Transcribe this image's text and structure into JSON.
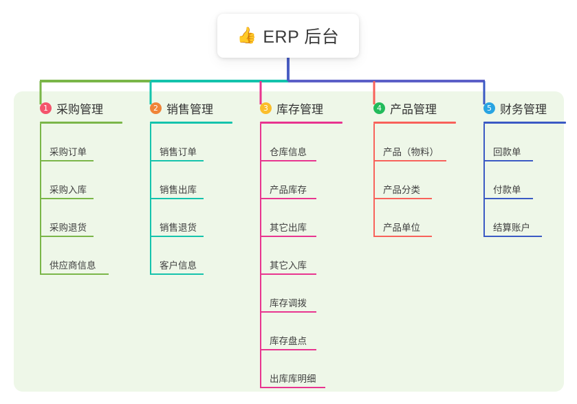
{
  "root": {
    "icon": "thumbs-up-icon",
    "emoji": "👍",
    "title": "ERP 后台"
  },
  "panel": {
    "background": "#eef7e8"
  },
  "connector": {
    "stem_color": "#4a5ec4",
    "bar_segment_colors": [
      "#7ab648",
      "#14c3ac",
      "#5b5fc7"
    ],
    "drop_colors": [
      "#7ab648",
      "#14c3ac",
      "#e8348f",
      "#f8615a",
      "#3a59c4"
    ]
  },
  "columns": [
    {
      "number": "1",
      "title": "采购管理",
      "badge_color": "#f4546c",
      "line_color": "#7ab648",
      "rule_width": 120,
      "items": [
        {
          "label": "采购订单",
          "rule_width": 78
        },
        {
          "label": "采购入库",
          "rule_width": 78
        },
        {
          "label": "采购退货",
          "rule_width": 78
        },
        {
          "label": "供应商信息",
          "rule_width": 100
        }
      ]
    },
    {
      "number": "2",
      "title": "销售管理",
      "badge_color": "#f08438",
      "line_color": "#14c3ac",
      "rule_width": 120,
      "items": [
        {
          "label": "销售订单",
          "rule_width": 78
        },
        {
          "label": "销售出库",
          "rule_width": 78
        },
        {
          "label": "销售退货",
          "rule_width": 78
        },
        {
          "label": "客户信息",
          "rule_width": 78
        }
      ]
    },
    {
      "number": "3",
      "title": "库存管理",
      "badge_color": "#fbbe2b",
      "line_color": "#e8348f",
      "rule_width": 120,
      "items": [
        {
          "label": "仓库信息",
          "rule_width": 82
        },
        {
          "label": "产品库存",
          "rule_width": 82
        },
        {
          "label": "其它出库",
          "rule_width": 82
        },
        {
          "label": "其它入库",
          "rule_width": 82
        },
        {
          "label": "库存调拨",
          "rule_width": 82
        },
        {
          "label": "库存盘点",
          "rule_width": 82
        },
        {
          "label": "出库库明细",
          "rule_width": 95
        }
      ]
    },
    {
      "number": "4",
      "title": "产品管理",
      "badge_color": "#22bb5b",
      "line_color": "#f8615a",
      "rule_width": 120,
      "items": [
        {
          "label": "产品（物料）",
          "rule_width": 106
        },
        {
          "label": "产品分类",
          "rule_width": 85
        },
        {
          "label": "产品单位",
          "rule_width": 85
        }
      ]
    },
    {
      "number": "5",
      "title": "财务管理",
      "badge_color": "#28a4e2",
      "line_color": "#3a59c4",
      "rule_width": 120,
      "items": [
        {
          "label": "回款单",
          "rule_width": 72
        },
        {
          "label": "付款单",
          "rule_width": 72
        },
        {
          "label": "结算账户",
          "rule_width": 85
        }
      ]
    }
  ]
}
